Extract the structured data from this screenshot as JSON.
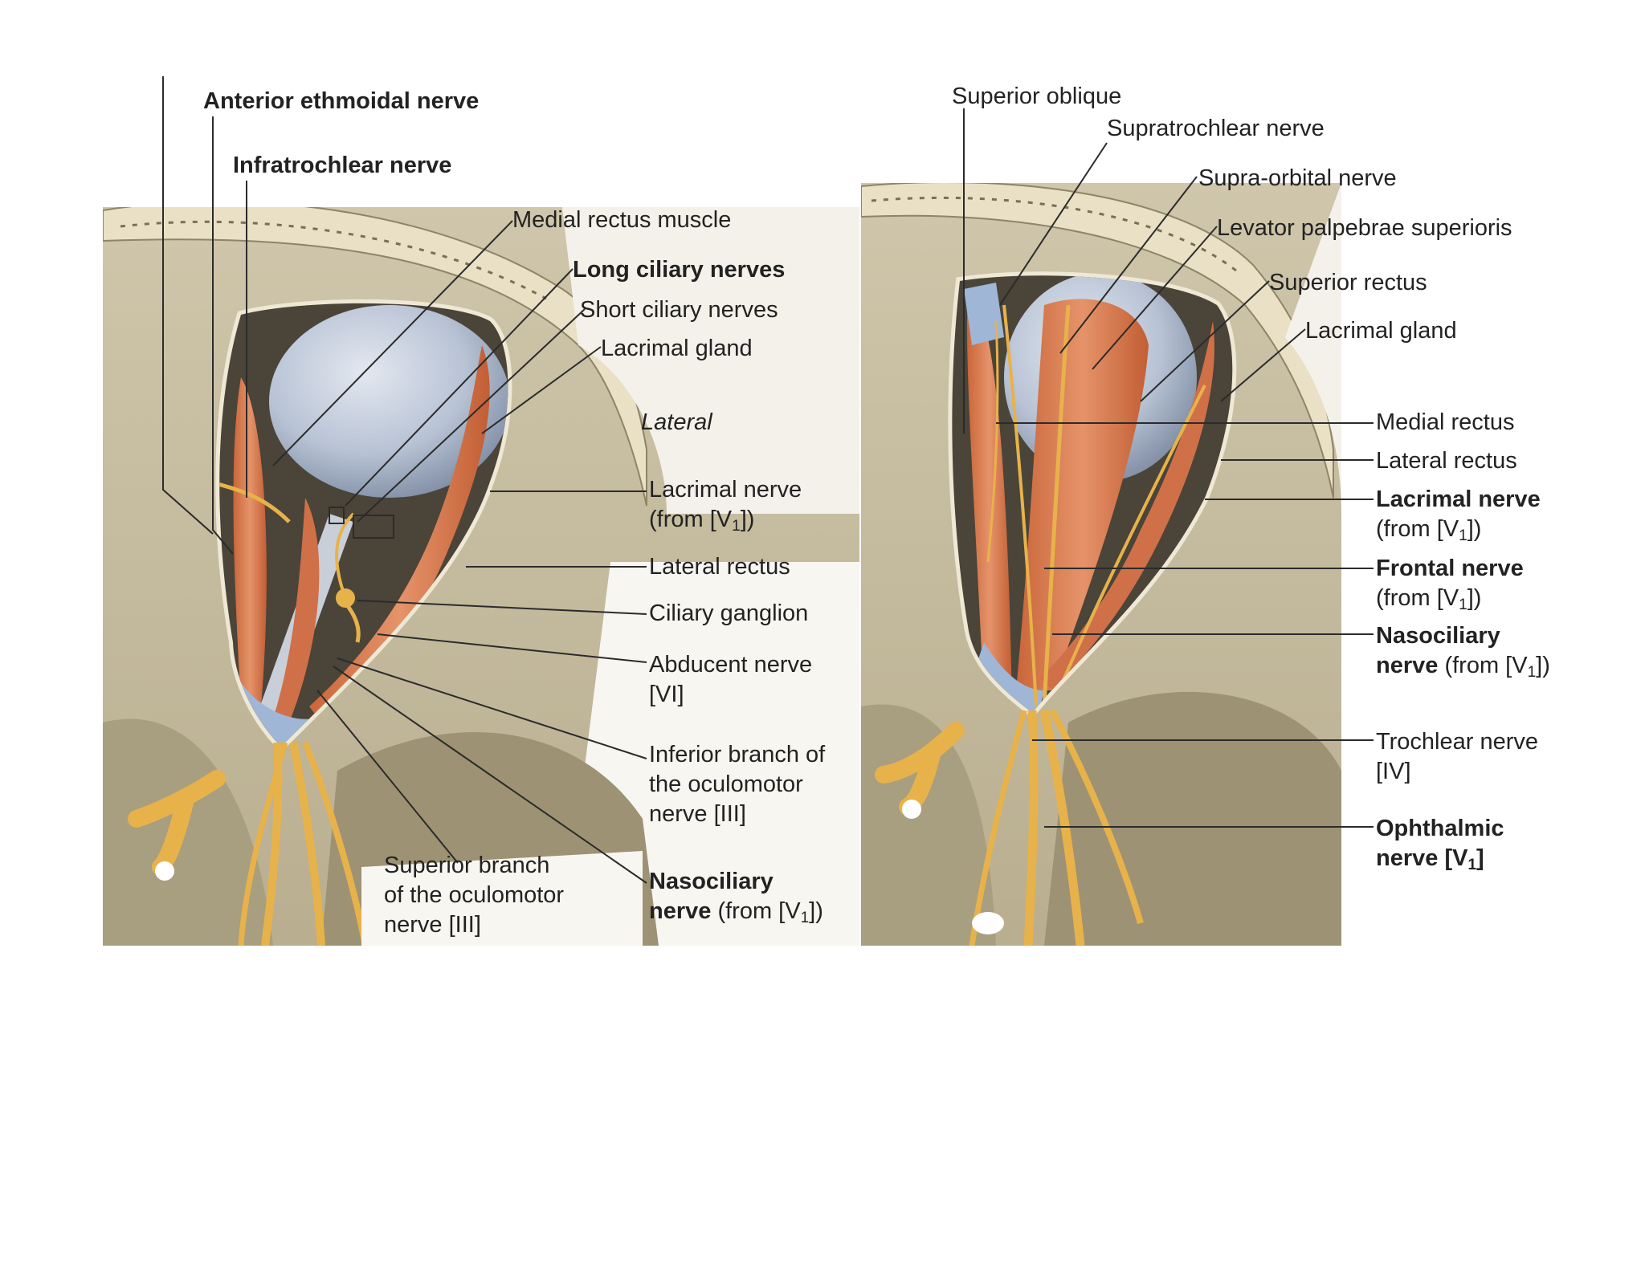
{
  "colors": {
    "bone": "#d9d2bb",
    "bone_dark": "#b6ab8c",
    "muscle": "#d97a4c",
    "muscle_dark": "#b85a30",
    "eyeball": "#b7c2d4",
    "nerve": "#e8b24a",
    "tendon": "#9fb6d6",
    "leader": "#2b2b2b"
  },
  "left_panel": {
    "labels": {
      "anterior_ethmoidal": "Anterior ethmoidal nerve",
      "infratrochlear": "Infratrochlear nerve",
      "medial_rectus_muscle": "Medial rectus muscle",
      "long_ciliary": "Long ciliary nerves",
      "short_ciliary": "Short ciliary nerves",
      "lacrimal_gland": "Lacrimal gland",
      "lateral": "Lateral",
      "lacrimal_nerve": "Lacrimal nerve",
      "lacrimal_nerve_from_pre": "(from [V",
      "lacrimal_nerve_from_sub": "1",
      "lacrimal_nerve_from_post": "])",
      "lateral_rectus": "Lateral rectus",
      "ciliary_ganglion": "Ciliary ganglion",
      "abducent_1": "Abducent nerve",
      "abducent_2": "[VI]",
      "inferior_branch_1": "Inferior branch of",
      "inferior_branch_2": "the oculomotor",
      "inferior_branch_3": "nerve [III]",
      "superior_branch_1": "Superior branch",
      "superior_branch_2": "of the oculomotor",
      "superior_branch_3": "nerve [III]",
      "nasociliary_1": "Nasociliary",
      "nasociliary_2_bold": "nerve",
      "nasociliary_2_pre": " (from [V",
      "nasociliary_2_sub": "1",
      "nasociliary_2_post": "])"
    }
  },
  "right_panel": {
    "labels": {
      "superior_oblique": "Superior oblique",
      "supratrochlear": "Supratrochlear nerve",
      "supra_orbital": "Supra-orbital nerve",
      "levator": "Levator palpebrae superioris",
      "superior_rectus": "Superior rectus",
      "lacrimal_gland": "Lacrimal gland",
      "medial_rectus": "Medial rectus",
      "lateral_rectus": "Lateral rectus",
      "lacrimal_nerve": "Lacrimal nerve",
      "lacrimal_nerve_from_pre": "(from [V",
      "lacrimal_nerve_from_sub": "1",
      "lacrimal_nerve_from_post": "])",
      "frontal_nerve": "Frontal nerve",
      "frontal_from_pre": "(from [V",
      "frontal_from_sub": "1",
      "frontal_from_post": "])",
      "nasociliary_1": "Nasociliary",
      "nasociliary_2_bold": "nerve",
      "nasociliary_2_pre": " (from [V",
      "nasociliary_2_sub": "1",
      "nasociliary_2_post": "])",
      "trochlear_1": "Trochlear nerve",
      "trochlear_2": "[IV]",
      "ophthalmic_1": "Ophthalmic",
      "ophthalmic_2_pre": "nerve [V",
      "ophthalmic_2_sub": "1",
      "ophthalmic_2_post": "]"
    }
  }
}
